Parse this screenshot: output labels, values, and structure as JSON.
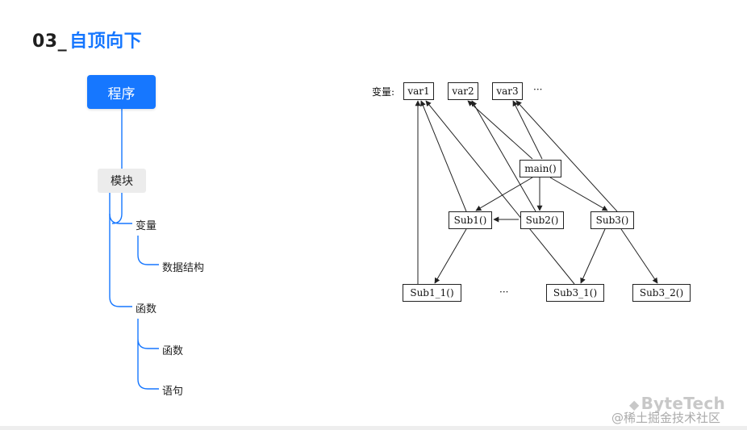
{
  "title": {
    "number": "03_",
    "text": "自顶向下"
  },
  "tree": {
    "root": "程序",
    "module": "模块",
    "variable": "变量",
    "data_structure": "数据结构",
    "function_group": "函数",
    "function_leaf": "函数",
    "statement": "语句"
  },
  "diagram": {
    "var_label": "变量:",
    "vars": [
      "var1",
      "var2",
      "var3"
    ],
    "vars_more": "···",
    "main": "main()",
    "subs": [
      "Sub1()",
      "Sub2()",
      "Sub3()"
    ],
    "sub_children": [
      "Sub1_1()",
      "Sub3_1()",
      "Sub3_2()"
    ],
    "children_more": "···"
  },
  "brand": {
    "name": "ByteTech",
    "credit": "@稀土掘金技术社区"
  },
  "colors": {
    "accent": "#1677ff",
    "module_bg": "#ececec",
    "line": "#222222"
  }
}
